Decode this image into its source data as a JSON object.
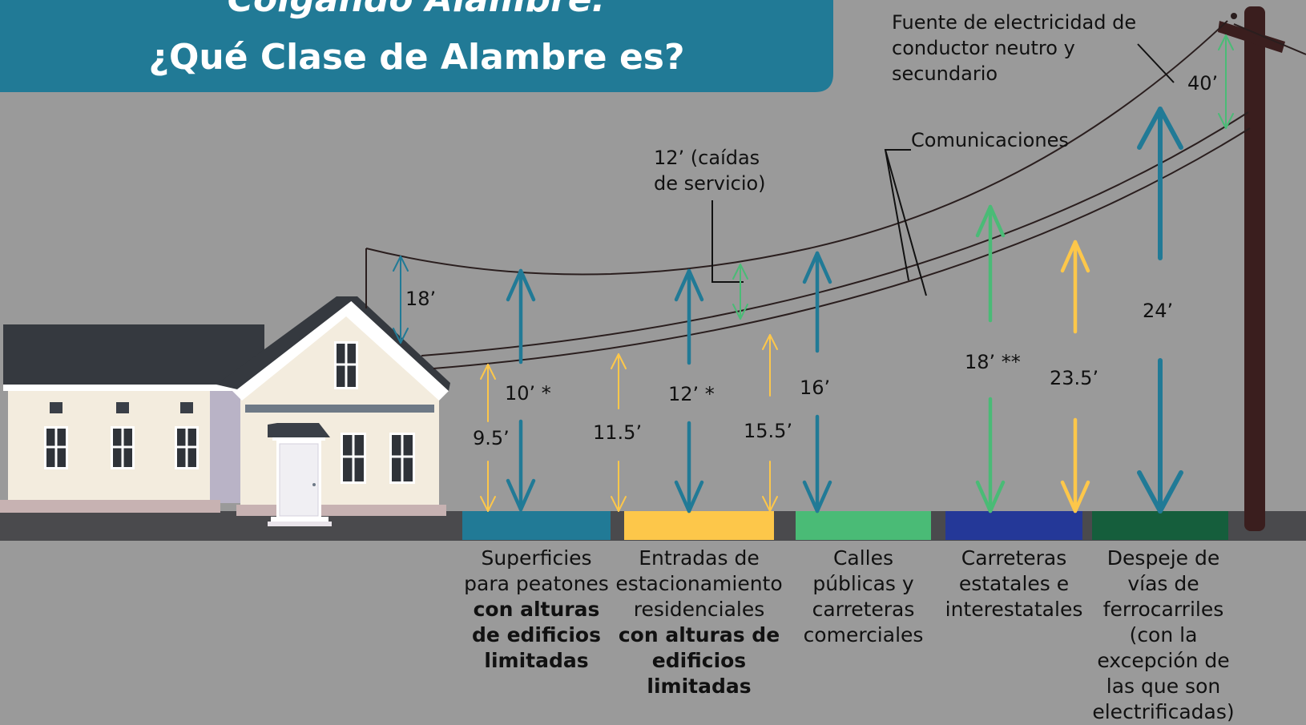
{
  "title": {
    "line1": "Colgando Alambre:",
    "line2": "¿Qué Clase de Alambre es?"
  },
  "labels": {
    "power_source": [
      "Fuente de electricidad de",
      "conductor neutro y",
      "secundario"
    ],
    "communications": "Comunicaciones",
    "service_drop": [
      "12’ (caídas",
      "de servicio)"
    ]
  },
  "measurements": {
    "house_clearance": "18’",
    "pole_top": "40’",
    "ped_power": "10’ *",
    "ped_comm": "9.5’",
    "drive_power": "12’ *",
    "drive_comm": "11.5’",
    "public_comm": "15.5’",
    "public_power": "16’",
    "state_power": "18’ **",
    "state_comm": "23.5’",
    "rail": "24’"
  },
  "categories": [
    {
      "color": "#217a96",
      "lines": [
        [
          "Superficies"
        ],
        [
          "para peatones"
        ],
        [
          "con alturas",
          "b"
        ],
        [
          "de edificios",
          "b"
        ],
        [
          "limitadas",
          "b"
        ]
      ]
    },
    {
      "color": "#fdc74a",
      "lines": [
        [
          "Entradas de"
        ],
        [
          "estacionamiento"
        ],
        [
          "residenciales"
        ],
        [
          "con alturas de",
          "b"
        ],
        [
          "edificios",
          "b"
        ],
        [
          "limitadas",
          "b"
        ]
      ]
    },
    {
      "color": "#4abb76",
      "lines": [
        [
          "Calles"
        ],
        [
          "públicas y"
        ],
        [
          "carreteras"
        ],
        [
          "comerciales"
        ]
      ]
    },
    {
      "color": "#243898",
      "lines": [
        [
          "Carreteras"
        ],
        [
          "estatales e"
        ],
        [
          "interestatales"
        ]
      ]
    },
    {
      "color": "#155e3c",
      "lines": [
        [
          "Despeje de"
        ],
        [
          "vías de"
        ],
        [
          "ferrocarriles"
        ],
        [
          "(con la"
        ],
        [
          "excepción de"
        ],
        [
          "las que son"
        ],
        [
          "electrificadas)"
        ]
      ]
    }
  ],
  "colors": {
    "background": "#9a9a9a",
    "banner": "#217a96",
    "road": "#4a4a4d",
    "power_arrow": "#217a96",
    "comm_arrow": "#fdc74a",
    "service_arrow": "#4abb76",
    "pole": "#3a1e1e",
    "wire": "#2a1e1e"
  }
}
